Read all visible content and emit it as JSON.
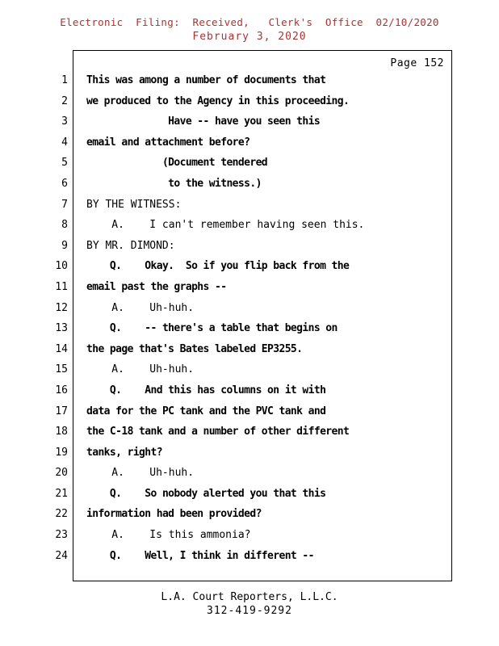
{
  "header": {
    "filing_line": "Electronic  Filing:  Received,   Clerk's  Office  02/10/2020",
    "date_line": "February 3, 2020"
  },
  "page": {
    "page_label": "Page 152",
    "lines": [
      {
        "n": 1,
        "bold": true,
        "text": "This was among a number of documents that"
      },
      {
        "n": 2,
        "bold": true,
        "text": "we produced to the Agency in this proceeding."
      },
      {
        "n": 3,
        "bold": true,
        "text": "              Have -- have you seen this"
      },
      {
        "n": 4,
        "bold": true,
        "text": "email and attachment before?"
      },
      {
        "n": 5,
        "bold": true,
        "text": "             (Document tendered"
      },
      {
        "n": 6,
        "bold": true,
        "text": "              to the witness.)"
      },
      {
        "n": 7,
        "bold": false,
        "text": "BY THE WITNESS:"
      },
      {
        "n": 8,
        "bold": false,
        "text": "    A.    I can't remember having seen this."
      },
      {
        "n": 9,
        "bold": false,
        "text": "BY MR. DIMOND:"
      },
      {
        "n": 10,
        "bold": true,
        "text": "    Q.    Okay.  So if you flip back from the"
      },
      {
        "n": 11,
        "bold": true,
        "text": "email past the graphs --"
      },
      {
        "n": 12,
        "bold": false,
        "text": "    A.    Uh-huh."
      },
      {
        "n": 13,
        "bold": true,
        "text": "    Q.    -- there's a table that begins on"
      },
      {
        "n": 14,
        "bold": true,
        "text": "the page that's Bates labeled EP3255."
      },
      {
        "n": 15,
        "bold": false,
        "text": "    A.    Uh-huh."
      },
      {
        "n": 16,
        "bold": true,
        "text": "    Q.    And this has columns on it with"
      },
      {
        "n": 17,
        "bold": true,
        "text": "data for the PC tank and the PVC tank and"
      },
      {
        "n": 18,
        "bold": true,
        "text": "the C-18 tank and a number of other different"
      },
      {
        "n": 19,
        "bold": true,
        "text": "tanks, right?"
      },
      {
        "n": 20,
        "bold": false,
        "text": "    A.    Uh-huh."
      },
      {
        "n": 21,
        "bold": true,
        "text": "    Q.    So nobody alerted you that this"
      },
      {
        "n": 22,
        "bold": true,
        "text": "information had been provided?"
      },
      {
        "n": 23,
        "bold": false,
        "text": "    A.    Is this ammonia?"
      },
      {
        "n": 24,
        "bold": true,
        "text": "    Q.    Well, I think in different --"
      }
    ]
  },
  "footer": {
    "company": "L.A. Court Reporters, L.L.C.",
    "phone": "312-419-9292"
  },
  "colors": {
    "header_red": "#b03030",
    "body_text": "#000000"
  }
}
